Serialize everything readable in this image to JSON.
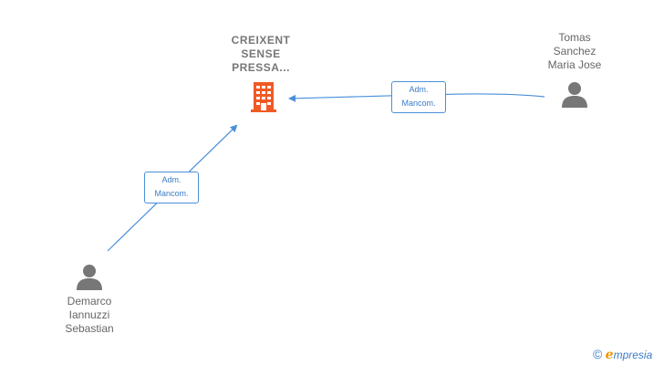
{
  "company": {
    "name": "CREIXENT\nSENSE\nPRESSA...",
    "icon": "building-icon",
    "color": "#f05a24"
  },
  "persons": [
    {
      "id": "tomas",
      "name": "Tomas\nSanchez\nMaria Jose",
      "icon": "person-icon"
    },
    {
      "id": "demarco",
      "name": "Demarco\nIannuzzi\nSebastian",
      "icon": "person-icon"
    }
  ],
  "relations": [
    {
      "from": "tomas",
      "to": "company",
      "label": "Adm.\nMancom."
    },
    {
      "from": "demarco",
      "to": "company",
      "label": "Adm.\nMancom."
    }
  ],
  "colors": {
    "edge": "#4a90d9",
    "person": "#777777",
    "text": "#666666"
  },
  "brand": {
    "copyright": "©",
    "e": "e",
    "rest": "mpresia"
  }
}
